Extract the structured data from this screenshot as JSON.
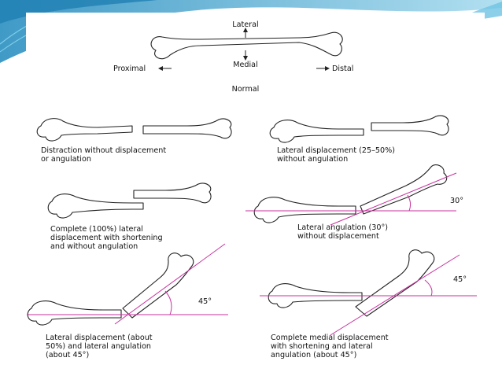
{
  "colors": {
    "accent": "#c832a0",
    "deco_blue": "#3fa7cf"
  },
  "normal": {
    "lateral": "Lateral",
    "medial": "Medial",
    "proximal": "Proximal",
    "distal": "Distal",
    "title": "Normal"
  },
  "panels": [
    {
      "caption": "Distraction without displacement\nor angulation"
    },
    {
      "caption": "Lateral displacement (25–50%)\nwithout angulation"
    },
    {
      "caption": "Complete (100%) lateral\ndisplacement with shortening\nand without angulation"
    },
    {
      "caption": "Lateral angulation (30°)\nwithout displacement",
      "angle": "30°"
    },
    {
      "caption": "Lateral displacement (about\n50%) and lateral angulation\n(about 45°)",
      "angle": "45°"
    },
    {
      "caption": "Complete medial displacement\nwith shortening and lateral\nangulation (about 45°)",
      "angle": "45°"
    }
  ]
}
